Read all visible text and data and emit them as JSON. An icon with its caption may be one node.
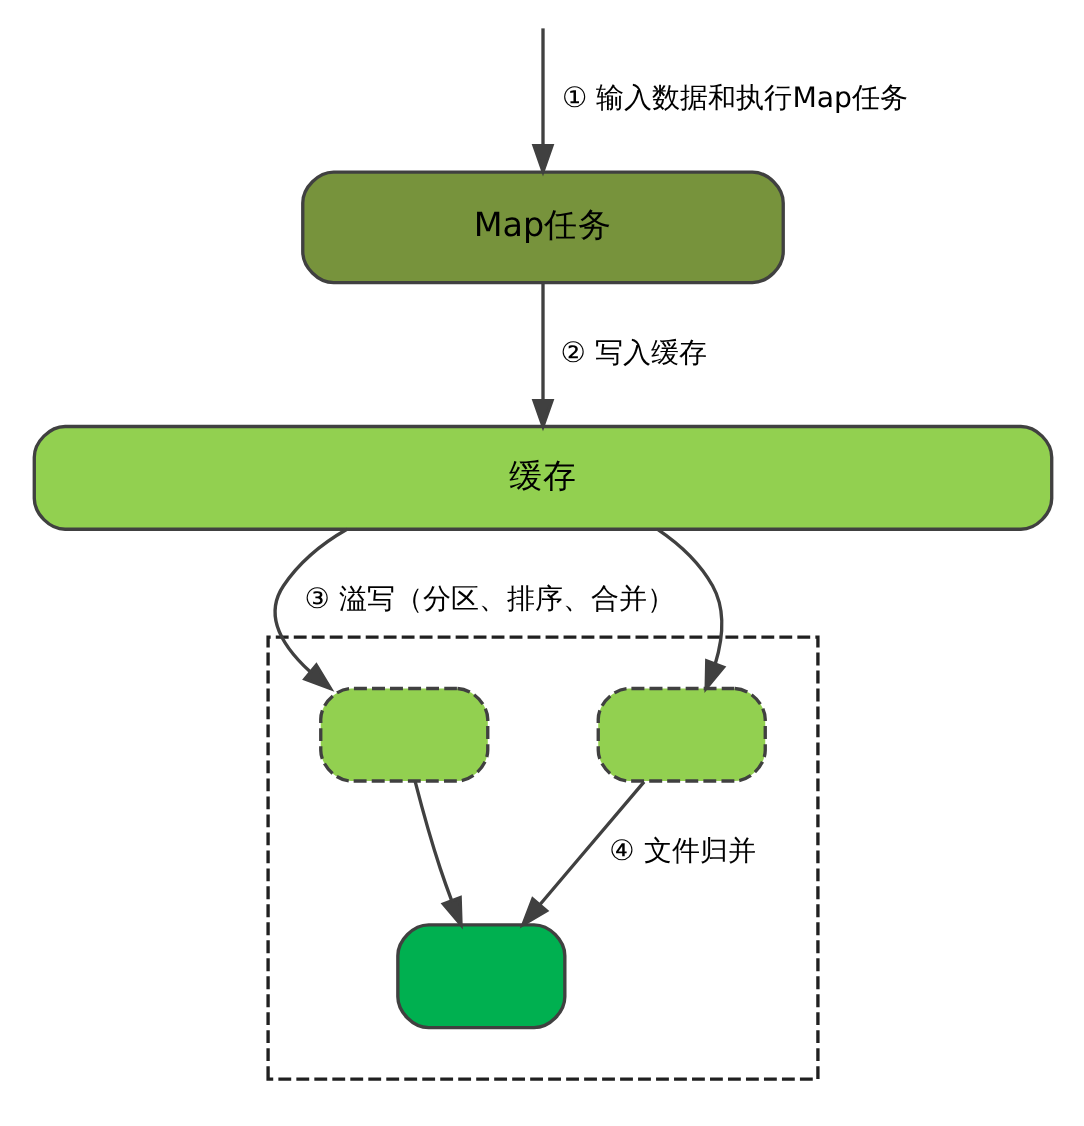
{
  "diagram": {
    "nodes": [
      {
        "text": [
          "Map任务"
        ]
      },
      {
        "text": [
          "缓存"
        ]
      },
      {
        "text": [],
        "shape": "box"
      },
      {
        "text": [],
        "shape": "box",
        "in": 2
      },
      {
        "text": [],
        "shape": "box",
        "in": 2
      },
      {
        "text": [],
        "shape": "box",
        "in": 2
      }
    ],
    "edges": [
      {
        "from": null,
        "to": 0,
        "arrow": "to",
        "label": "① 输入数据和执行Map任务"
      },
      {
        "from": 0,
        "to": 1,
        "arrow": "to",
        "label": "② 写入缓存"
      },
      {
        "from": 1,
        "to": 4,
        "arrow": "to"
      },
      {
        "from": 1,
        "to": 3,
        "arrow": "to",
        "label": "③ 溢写（分区、排序、合并）"
      },
      {
        "from": 3,
        "to": 5,
        "arrow": "to"
      },
      {
        "from": 4,
        "to": 5,
        "arrow": "to",
        "label": "④ 文件归并"
      }
    ]
  }
}
